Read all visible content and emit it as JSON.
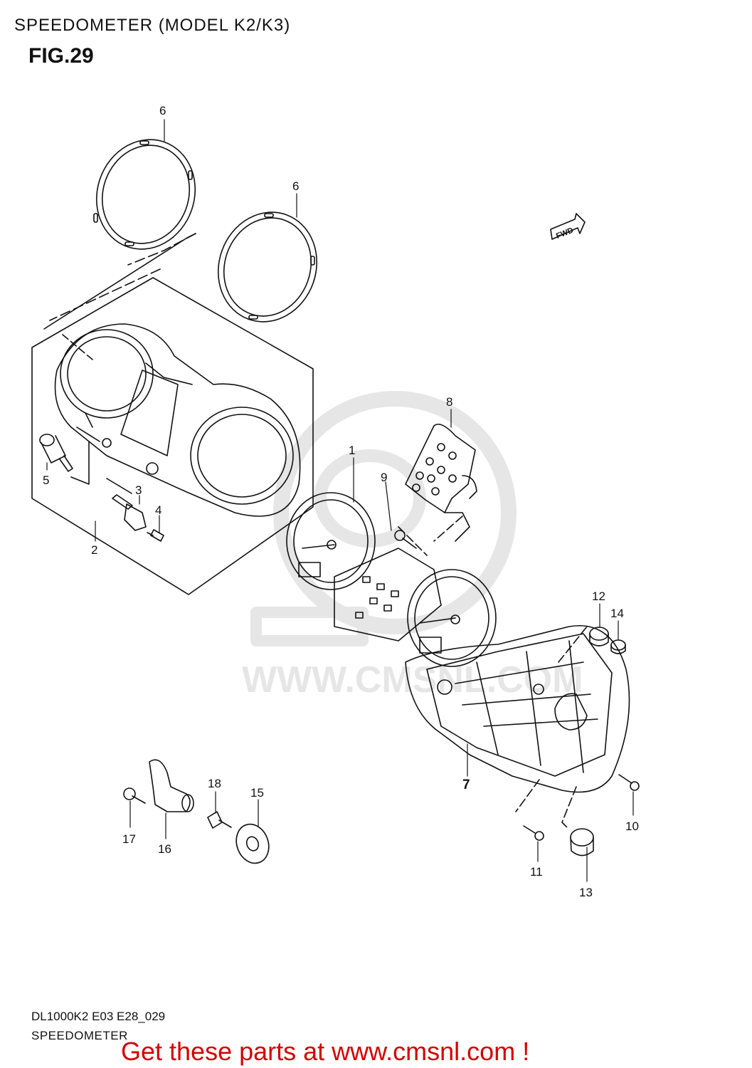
{
  "header": {
    "title": "SPEEDOMETER (MODEL K2/K3)",
    "figure": "FIG.29"
  },
  "fwd_badge": "FWD",
  "watermark_text": "WWW.CMSNL.COM",
  "callouts": {
    "c1": "1",
    "c2": "2",
    "c3": "3",
    "c4": "4",
    "c5": "5",
    "c6a": "6",
    "c6b": "6",
    "c7": "7",
    "c8": "8",
    "c9": "9",
    "c10": "10",
    "c11": "11",
    "c12": "12",
    "c13": "13",
    "c14": "14",
    "c15": "15",
    "c16": "16",
    "c17": "17",
    "c18": "18"
  },
  "footer": {
    "code": "DL1000K2 E03 E28_029",
    "name": "SPEEDOMETER",
    "promo": "Get these parts at www.cmsnl.com !"
  },
  "colors": {
    "promo": "#d40000",
    "line": "#111111",
    "watermark": "#777777"
  }
}
